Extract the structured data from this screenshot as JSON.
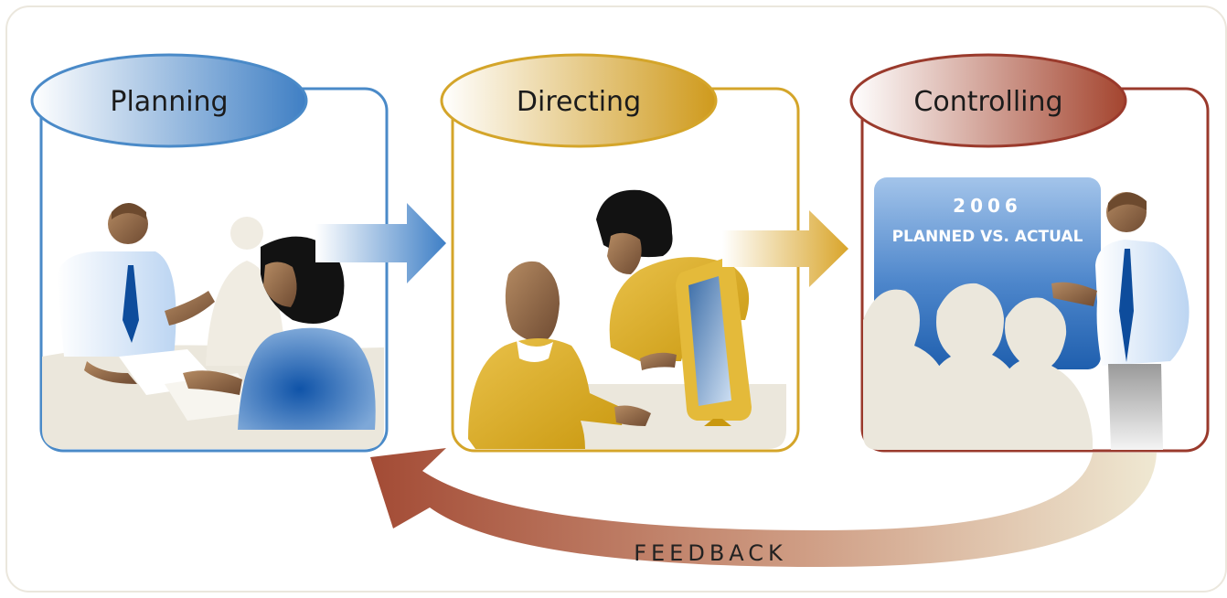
{
  "stages": [
    {
      "label": "Planning",
      "color": "#4a8ac8"
    },
    {
      "label": "Directing",
      "color": "#d4a52a"
    },
    {
      "label": "Controlling",
      "color": "#9a3a2c"
    }
  ],
  "chart_screen": {
    "year": "2006",
    "caption": "PLANNED VS. ACTUAL"
  },
  "feedback": {
    "label": "FEEDBACK",
    "color": "#a04a36"
  }
}
